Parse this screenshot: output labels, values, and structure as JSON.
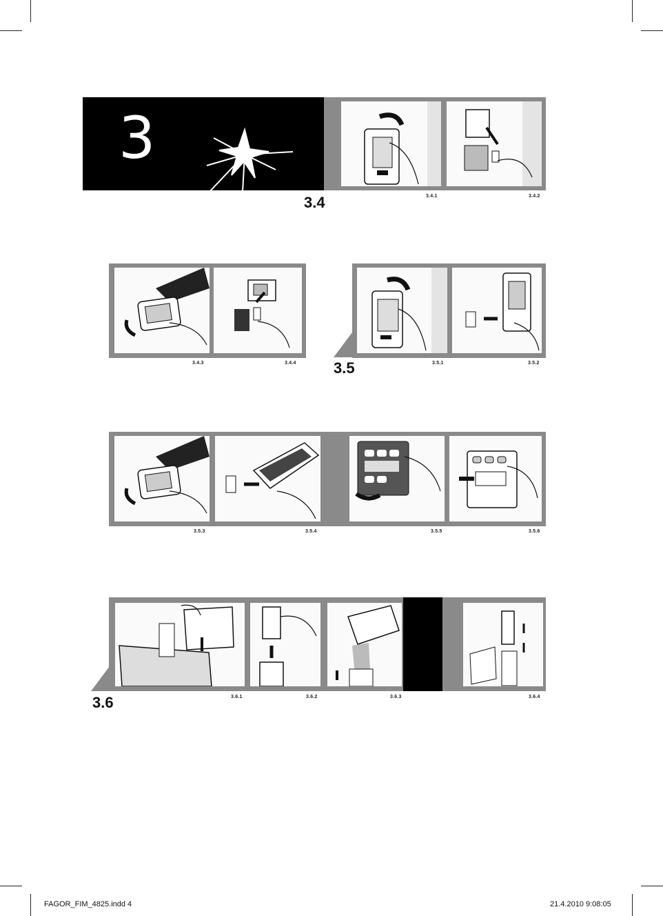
{
  "chapter": {
    "number": "3"
  },
  "sections": [
    {
      "id": "s34",
      "label": "3.4"
    },
    {
      "id": "s35",
      "label": "3.5"
    },
    {
      "id": "s36",
      "label": "3.6"
    }
  ],
  "steps": {
    "s341": "3.4.1",
    "s342": "3.4.2",
    "s343": "3.4.3",
    "s344": "3.4.4",
    "s351": "3.5.1",
    "s352": "3.5.2",
    "s353": "3.5.3",
    "s354": "3.5.4",
    "s355": "3.5.5",
    "s356": "3.5.6",
    "s361": "3.6.1",
    "s362": "3.6.2",
    "s363": "3.6.3",
    "s364": "3.6.4"
  },
  "icons": {
    "chapter": "sparkle-star-icon",
    "arrow": "arrow-icon"
  },
  "footer": {
    "file": "FAGOR_FIM_4825.indd   4",
    "datetime": "21.4.2010   9:08:05"
  },
  "colors": {
    "band": "#8a8a8a",
    "ink": "#111111",
    "paper": "#ffffff"
  }
}
